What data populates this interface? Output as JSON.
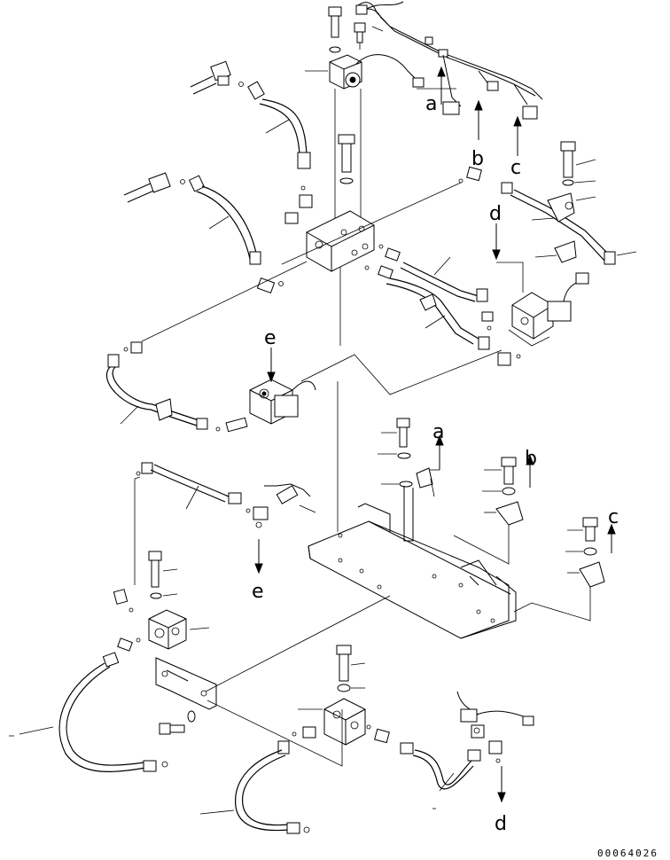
{
  "diagram": {
    "drawing_number": "00064026",
    "arrow_labels": {
      "a_top": "a",
      "b_top": "b",
      "c_top": "c",
      "d_top": "d",
      "e_top": "e",
      "a_bracket": "a",
      "b_bracket": "b",
      "c_bracket": "c",
      "e_bottom": "e",
      "d_bottom": "d"
    }
  }
}
